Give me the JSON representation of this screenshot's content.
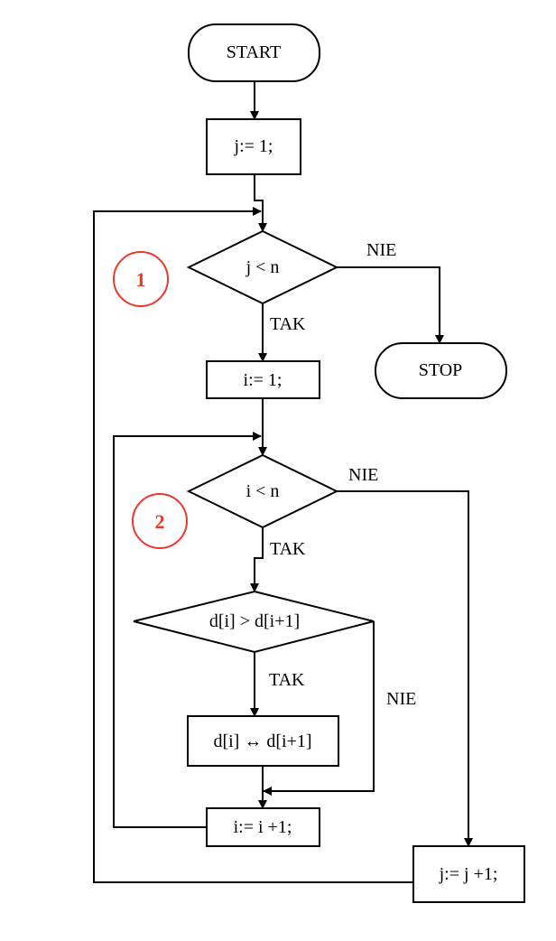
{
  "nodes": {
    "start": "START",
    "stop": "STOP",
    "init_j": "j:= 1;",
    "cond_j": "j < n",
    "init_i": "i:= 1;",
    "cond_i": "i < n",
    "cond_swap": "d[i] > d[i+1]",
    "swap": "d[i] ↔ d[i+1]",
    "inc_i": "i:= i +1;",
    "inc_j": "j:= j +1;"
  },
  "edge_labels": {
    "cond_j_yes": "TAK",
    "cond_j_no": "NIE",
    "cond_i_yes": "TAK",
    "cond_i_no": "NIE",
    "cond_swap_yes": "TAK",
    "cond_swap_no": "NIE"
  },
  "markers": {
    "loop_outer": "1",
    "loop_inner": "2",
    "color": "#e8392a"
  }
}
